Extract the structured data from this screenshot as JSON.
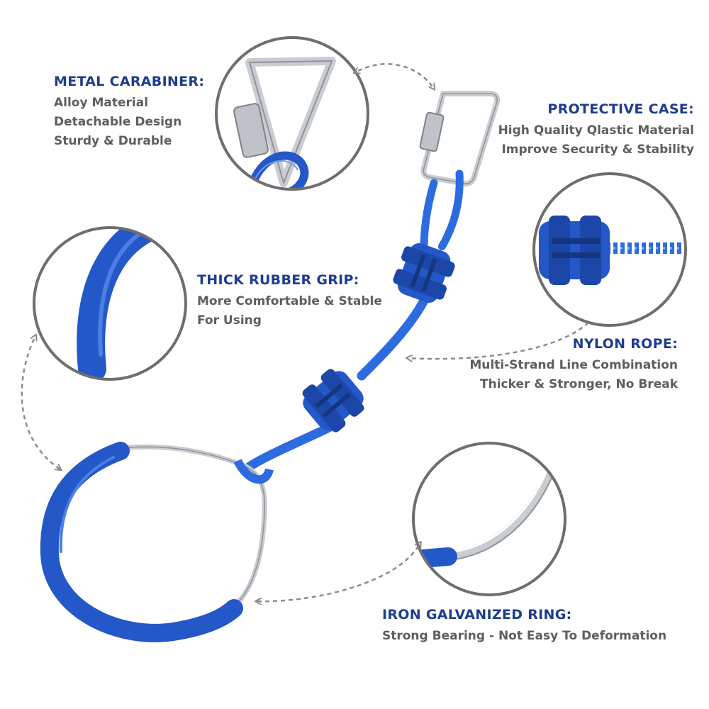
{
  "colors": {
    "title": "#1e3d8f",
    "body": "#5e5e5e",
    "accent_blue": "#2457c8",
    "circle_border": "#6e6e6e",
    "arrow": "#8c8c8c",
    "metal": "#c9ccd0"
  },
  "features": [
    {
      "title": "METAL CARABINER:",
      "lines": [
        "Alloy Material",
        "Detachable Design",
        "Sturdy & Durable"
      ]
    },
    {
      "title": "PROTECTIVE CASE:",
      "lines": [
        "High Quality Qlastic Material",
        "Improve Security & Stability"
      ]
    },
    {
      "title": "THICK RUBBER GRIP:",
      "lines": [
        "More Comfortable & Stable",
        "For Using"
      ]
    },
    {
      "title": "NYLON ROPE:",
      "lines": [
        "Multi-Strand Line Combination",
        "Thicker & Stronger, No Break"
      ]
    },
    {
      "title": "IRON GALVANIZED RING:",
      "lines": [
        "Strong Bearing - Not Easy To Deformation"
      ]
    }
  ],
  "icons": [
    "carabiner-detail-icon",
    "protective-case-detail-icon",
    "rubber-grip-detail-icon",
    "galvanized-ring-detail-icon",
    "gymnastic-ring-product-icon"
  ]
}
